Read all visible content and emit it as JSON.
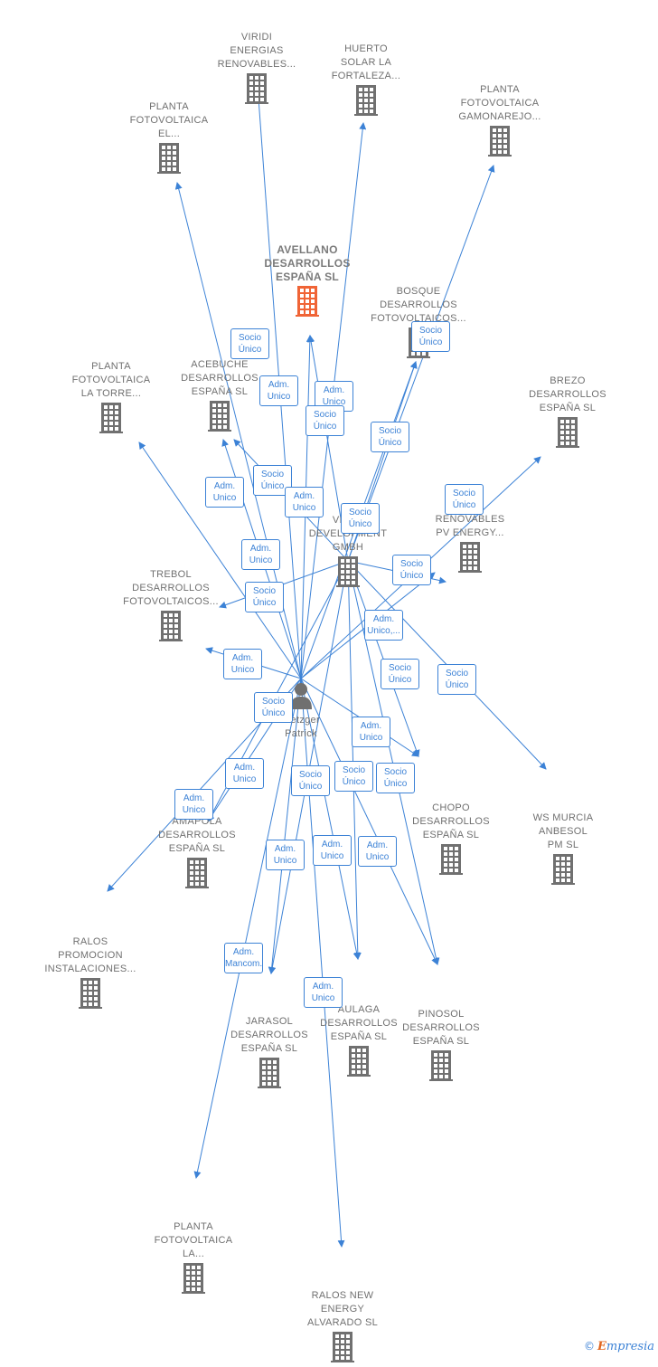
{
  "colors": {
    "edge": "#3c82d6",
    "building": "#707070",
    "main_building": "#f06436"
  },
  "nodes": [
    {
      "id": "viridi",
      "label": "VIRIDI\nENERGIAS\nRENOVABLES...",
      "icon": "building-icon",
      "type": "company"
    },
    {
      "id": "huerto",
      "label": "HUERTO\nSOLAR LA\nFORTALEZA...",
      "icon": "building-icon",
      "type": "company"
    },
    {
      "id": "gamonarejo",
      "label": "PLANTA\nFOTOVOLTAICA\nGAMONAREJO...",
      "icon": "building-icon",
      "type": "company"
    },
    {
      "id": "planta_el",
      "label": "PLANTA\nFOTOVOLTAICA\nEL...",
      "icon": "building-icon",
      "type": "company"
    },
    {
      "id": "avellano",
      "label": "AVELLANO\nDESARROLLOS\nESPAÑA SL",
      "icon": "building-icon",
      "type": "main"
    },
    {
      "id": "bosque",
      "label": "BOSQUE\nDESARROLLOS\nFOTOVOLTAICOS...",
      "icon": "building-icon",
      "type": "company"
    },
    {
      "id": "brezo",
      "label": "BREZO\nDESARROLLOS\nESPAÑA SL",
      "icon": "building-icon",
      "type": "company"
    },
    {
      "id": "torre",
      "label": "PLANTA\nFOTOVOLTAICA\nLA TORRE...",
      "icon": "building-icon",
      "type": "company"
    },
    {
      "id": "acebuche",
      "label": "ACEBUCHE\nDESARROLLOS\nESPAÑA SL",
      "icon": "building-icon",
      "type": "company"
    },
    {
      "id": "viridi_dev",
      "label": "VIRIDI\nDEVELOPMENT\nGMBH",
      "icon": "building-icon",
      "type": "company"
    },
    {
      "id": "renovables",
      "label": "RENOVABLES\nPV ENERGY...",
      "icon": "building-icon",
      "type": "company"
    },
    {
      "id": "trebol",
      "label": "TREBOL\nDESARROLLOS\nFOTOVOLTAICOS...",
      "icon": "building-icon",
      "type": "company"
    },
    {
      "id": "metzger",
      "label": "Metzger\nPatrick",
      "icon": "person-icon",
      "type": "person"
    },
    {
      "id": "chopo",
      "label": "CHOPO\nDESARROLLOS\nESPAÑA SL",
      "icon": "building-icon",
      "type": "company"
    },
    {
      "id": "wsmurcia",
      "label": "WS MURCIA\nANBESOL\nPM SL",
      "icon": "building-icon",
      "type": "company"
    },
    {
      "id": "amapola",
      "label": "AMAPOLA\nDESARROLLOS\nESPAÑA SL",
      "icon": "building-icon",
      "type": "company"
    },
    {
      "id": "ralos_prom",
      "label": "RALOS\nPROMOCION\nINSTALACIONES...",
      "icon": "building-icon",
      "type": "company"
    },
    {
      "id": "aulaga",
      "label": "AULAGA\nDESARROLLOS\nESPAÑA SL",
      "icon": "building-icon",
      "type": "company"
    },
    {
      "id": "pinosol",
      "label": "PINOSOL\nDESARROLLOS\nESPAÑA SL",
      "icon": "building-icon",
      "type": "company"
    },
    {
      "id": "jarasol",
      "label": "JARASOL\nDESARROLLOS\nESPAÑA SL",
      "icon": "building-icon",
      "type": "company"
    },
    {
      "id": "planta_la",
      "label": "PLANTA\nFOTOVOLTAICA\nLA...",
      "icon": "building-icon",
      "type": "company"
    },
    {
      "id": "ralos_new",
      "label": "RALOS NEW\nENERGY\nALVARADO SL",
      "icon": "building-icon",
      "type": "company"
    }
  ],
  "edge_labels": [
    "Socio\nÚnico",
    "Adm.\nUnico",
    "Adm.\nUnico",
    "Socio\nÚnico",
    "Socio\nÚnico",
    "Socio\nÚnico",
    "Socio\nÚnico",
    "Adm.\nUnico",
    "Socio\nÚnico",
    "Adm.\nUnico",
    "Socio\nÚnico",
    "Adm.\nUnico",
    "Socio\nÚnico",
    "Socio\nÚnico",
    "Adm.\nUnico,...",
    "Adm.\nUnico",
    "Socio\nÚnico",
    "Socio\nÚnico",
    "Socio\nÚnico",
    "Adm.\nUnico",
    "Adm.\nUnico",
    "Adm.\nUnico",
    "Socio\nÚnico",
    "Socio\nÚnico",
    "Socio\nÚnico",
    "Adm.\nUnico",
    "Adm.\nUnico",
    "Adm.\nUnico",
    "Adm.\nMancom.",
    "Adm.\nUnico"
  ],
  "footer": {
    "copyright": "©",
    "brand_initial": "E",
    "brand_rest": "mpresia"
  }
}
